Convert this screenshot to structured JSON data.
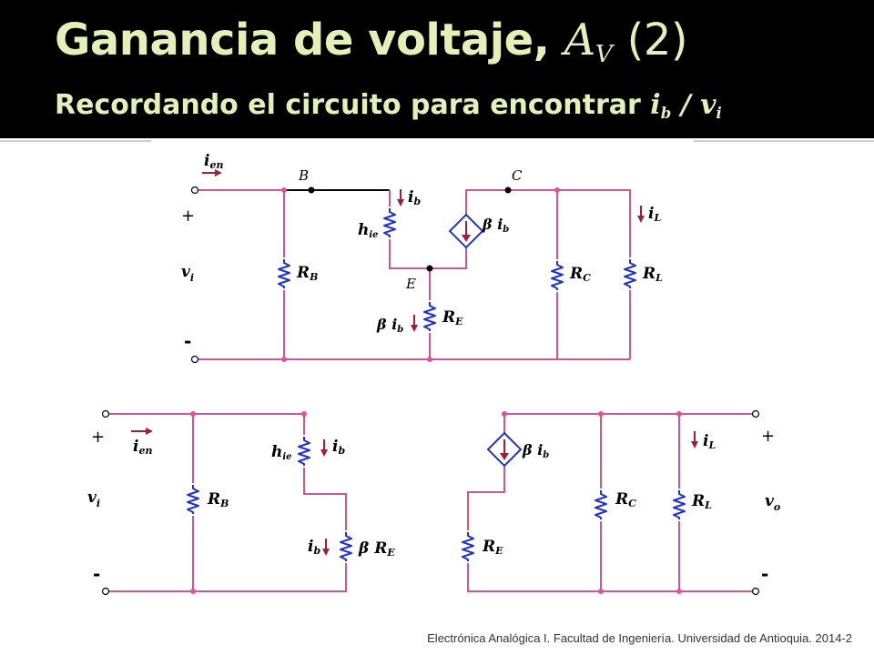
{
  "title": {
    "line1_prefix": "Ganancia de voltaje, ",
    "line1_var": "A",
    "line1_var_sub": "V",
    "line1_suffix": "(2)",
    "line2_prefix": "Recordando el circuito para encontrar ",
    "line2_var1": "i",
    "line2_var1_sub": "b",
    "line2_sep": " / ",
    "line2_var2": "v",
    "line2_var2_sub": "i"
  },
  "colors": {
    "title_text": "#e5efb9",
    "wire": "#c75a8e",
    "arrow": "#9c1f3e",
    "background_header": "#000000"
  },
  "circuit_top": {
    "i_en": "i",
    "i_en_sub": "en",
    "node_b": "B",
    "node_c": "C",
    "node_e": "E",
    "i_b": "i",
    "i_b_sub": "b",
    "h_ie": "h",
    "h_ie_sub": "ie",
    "beta_ib": "β i",
    "beta_ib_sub": "b",
    "i_l": "i",
    "i_l_sub": "L",
    "r_b": "R",
    "r_b_sub": "B",
    "r_e": "R",
    "r_e_sub": "E",
    "r_c": "R",
    "r_c_sub": "C",
    "r_l": "R",
    "r_l_sub": "L",
    "plus": "+",
    "minus": "-",
    "v_i": "v",
    "v_i_sub": "i"
  },
  "circuit_bottom_left": {
    "plus": "+",
    "minus": "-",
    "i_en": "i",
    "i_en_sub": "en",
    "v_i": "v",
    "v_i_sub": "i",
    "r_b": "R",
    "r_b_sub": "B",
    "h_ie": "h",
    "h_ie_sub": "ie",
    "i_b": "i",
    "i_b_sub": "b",
    "i_b2": "i",
    "i_b2_sub": "b",
    "beta_re": "β R",
    "beta_re_sub": "E"
  },
  "circuit_bottom_right": {
    "beta_ib": "β i",
    "beta_ib_sub": "b",
    "r_e": "R",
    "r_e_sub": "E",
    "r_c": "R",
    "r_c_sub": "C",
    "r_l": "R",
    "r_l_sub": "L",
    "i_l": "i",
    "i_l_sub": "L",
    "plus": "+",
    "minus": "-",
    "v_o": "v",
    "v_o_sub": "o"
  },
  "footer": "Electrónica Analógica I.  Facultad de Ingeniería. Universidad de Antioquia.  2014-2"
}
